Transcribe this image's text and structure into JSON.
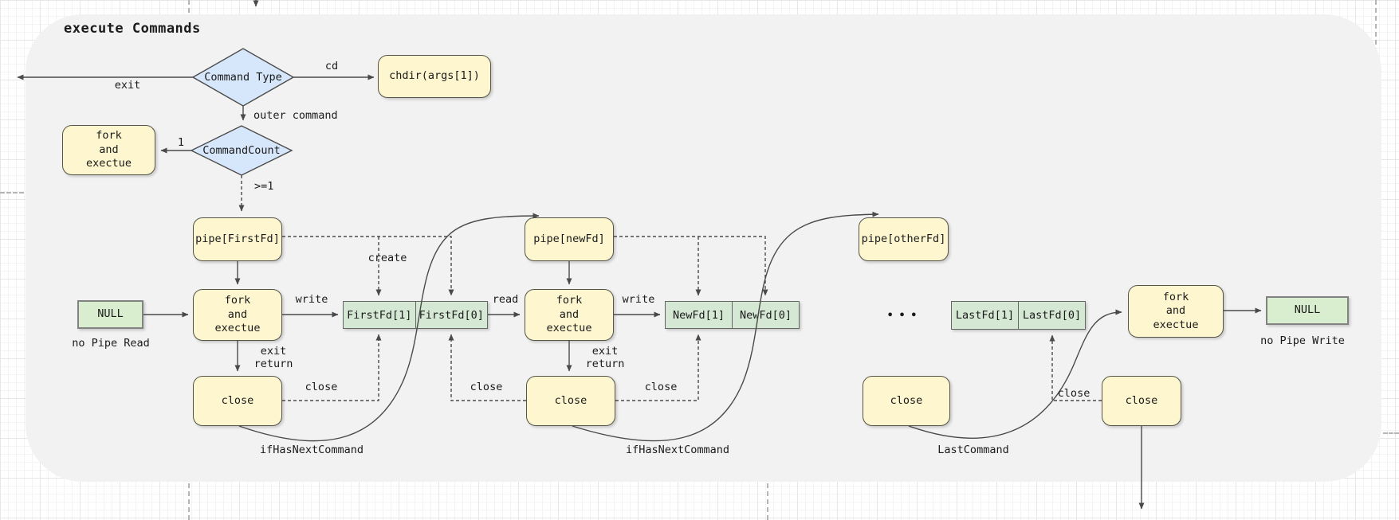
{
  "diagram": {
    "title": "execute Commands",
    "nodes": {
      "command_type": "Command Type",
      "command_count": "CommandCount",
      "chdir": "chdir(args[1])",
      "fork_single": "fork\nand\nexectue",
      "fork_stage1": "fork\nand\nexectue",
      "fork_stage2": "fork\nand\nexectue",
      "fork_last": "fork\nand\nexectue",
      "pipe_first": "pipe[FirstFd]",
      "pipe_new": "pipe[newFd]",
      "pipe_other": "pipe[otherFd]",
      "firstfd_1": "FirstFd[1]",
      "firstfd_0": "FirstFd[0]",
      "newfd_1": "NewFd[1]",
      "newfd_0": "NewFd[0]",
      "lastfd_1": "LastFd[1]",
      "lastfd_0": "LastFd[0]",
      "null_left": "NULL",
      "null_right": "NULL",
      "close_1": "close",
      "close_2": "close",
      "close_3": "close",
      "close_4": "close",
      "ellipsis": "•••"
    },
    "labels": {
      "exit": "exit",
      "cd": "cd",
      "outer_command": "outer command",
      "one": "1",
      "gte_one": ">=1",
      "write_1": "write",
      "write_2": "write",
      "read": "read",
      "exit_return_1": "exit\nreturn",
      "exit_return_2": "exit\nreturn",
      "create": "create",
      "close_a": "close",
      "close_b": "close",
      "close_c": "close",
      "close_d": "close",
      "if_has_next_1": "ifHasNextCommand",
      "if_has_next_2": "ifHasNextCommand",
      "last_command": "LastCommand",
      "no_pipe_read": "no Pipe Read",
      "no_pipe_write": "no Pipe Write"
    },
    "colors": {
      "node_yellow": "#FDF6CF",
      "node_green": "#D9EDCF",
      "node_blue": "#D6E6FB",
      "line_stroke": "#4A4A4A",
      "sheet_bg": "#F2F2F2"
    }
  }
}
